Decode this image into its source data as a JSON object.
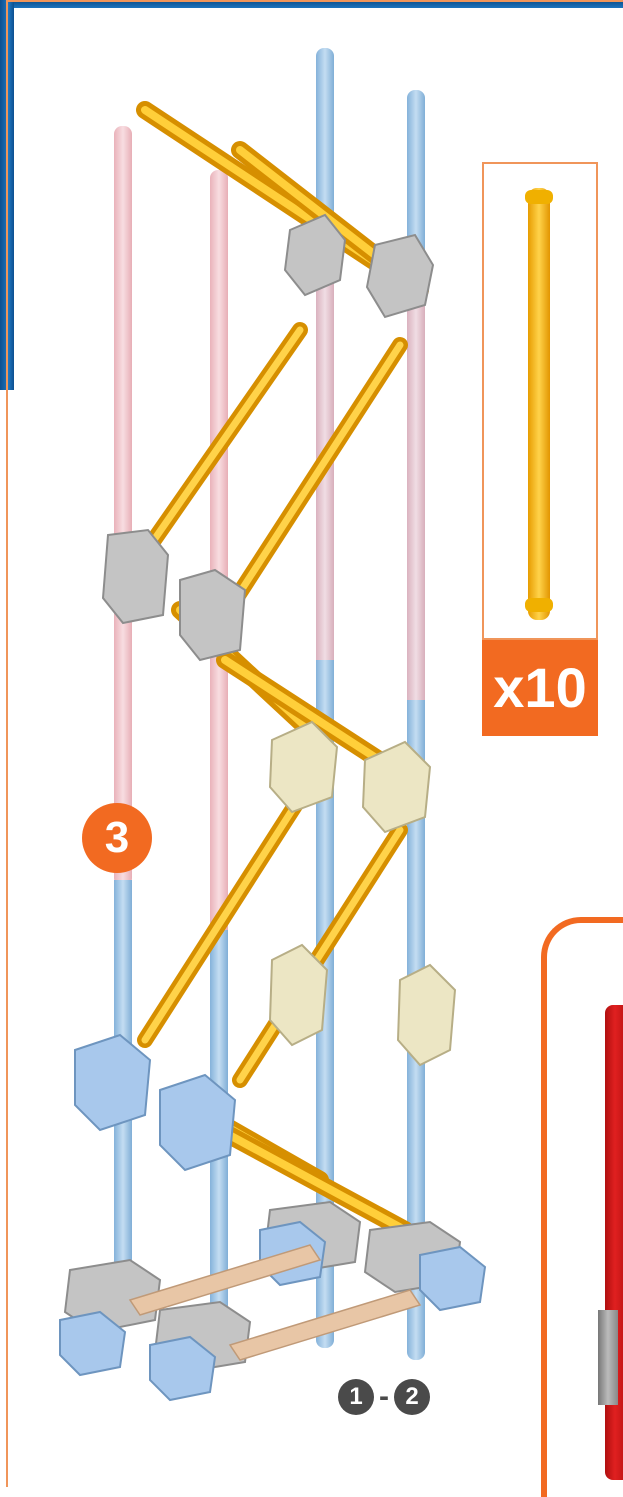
{
  "step": {
    "number": "3"
  },
  "parts": [
    {
      "name": "yellow-rod",
      "color": "#f5b400",
      "quantity_label": "x10"
    }
  ],
  "reference_steps": {
    "from": "1",
    "separator": "-",
    "to": "2"
  },
  "colors": {
    "accent": "#f26a21",
    "yellow_rod": "#f5b400",
    "pink_rod": "#f2c6cc",
    "blue_rod": "#9ec6e6",
    "red_rod": "#e02020",
    "gray_connector": "#bdbdbd",
    "cream_connector": "#ece6c4",
    "blue_connector": "#a8c8ec"
  }
}
